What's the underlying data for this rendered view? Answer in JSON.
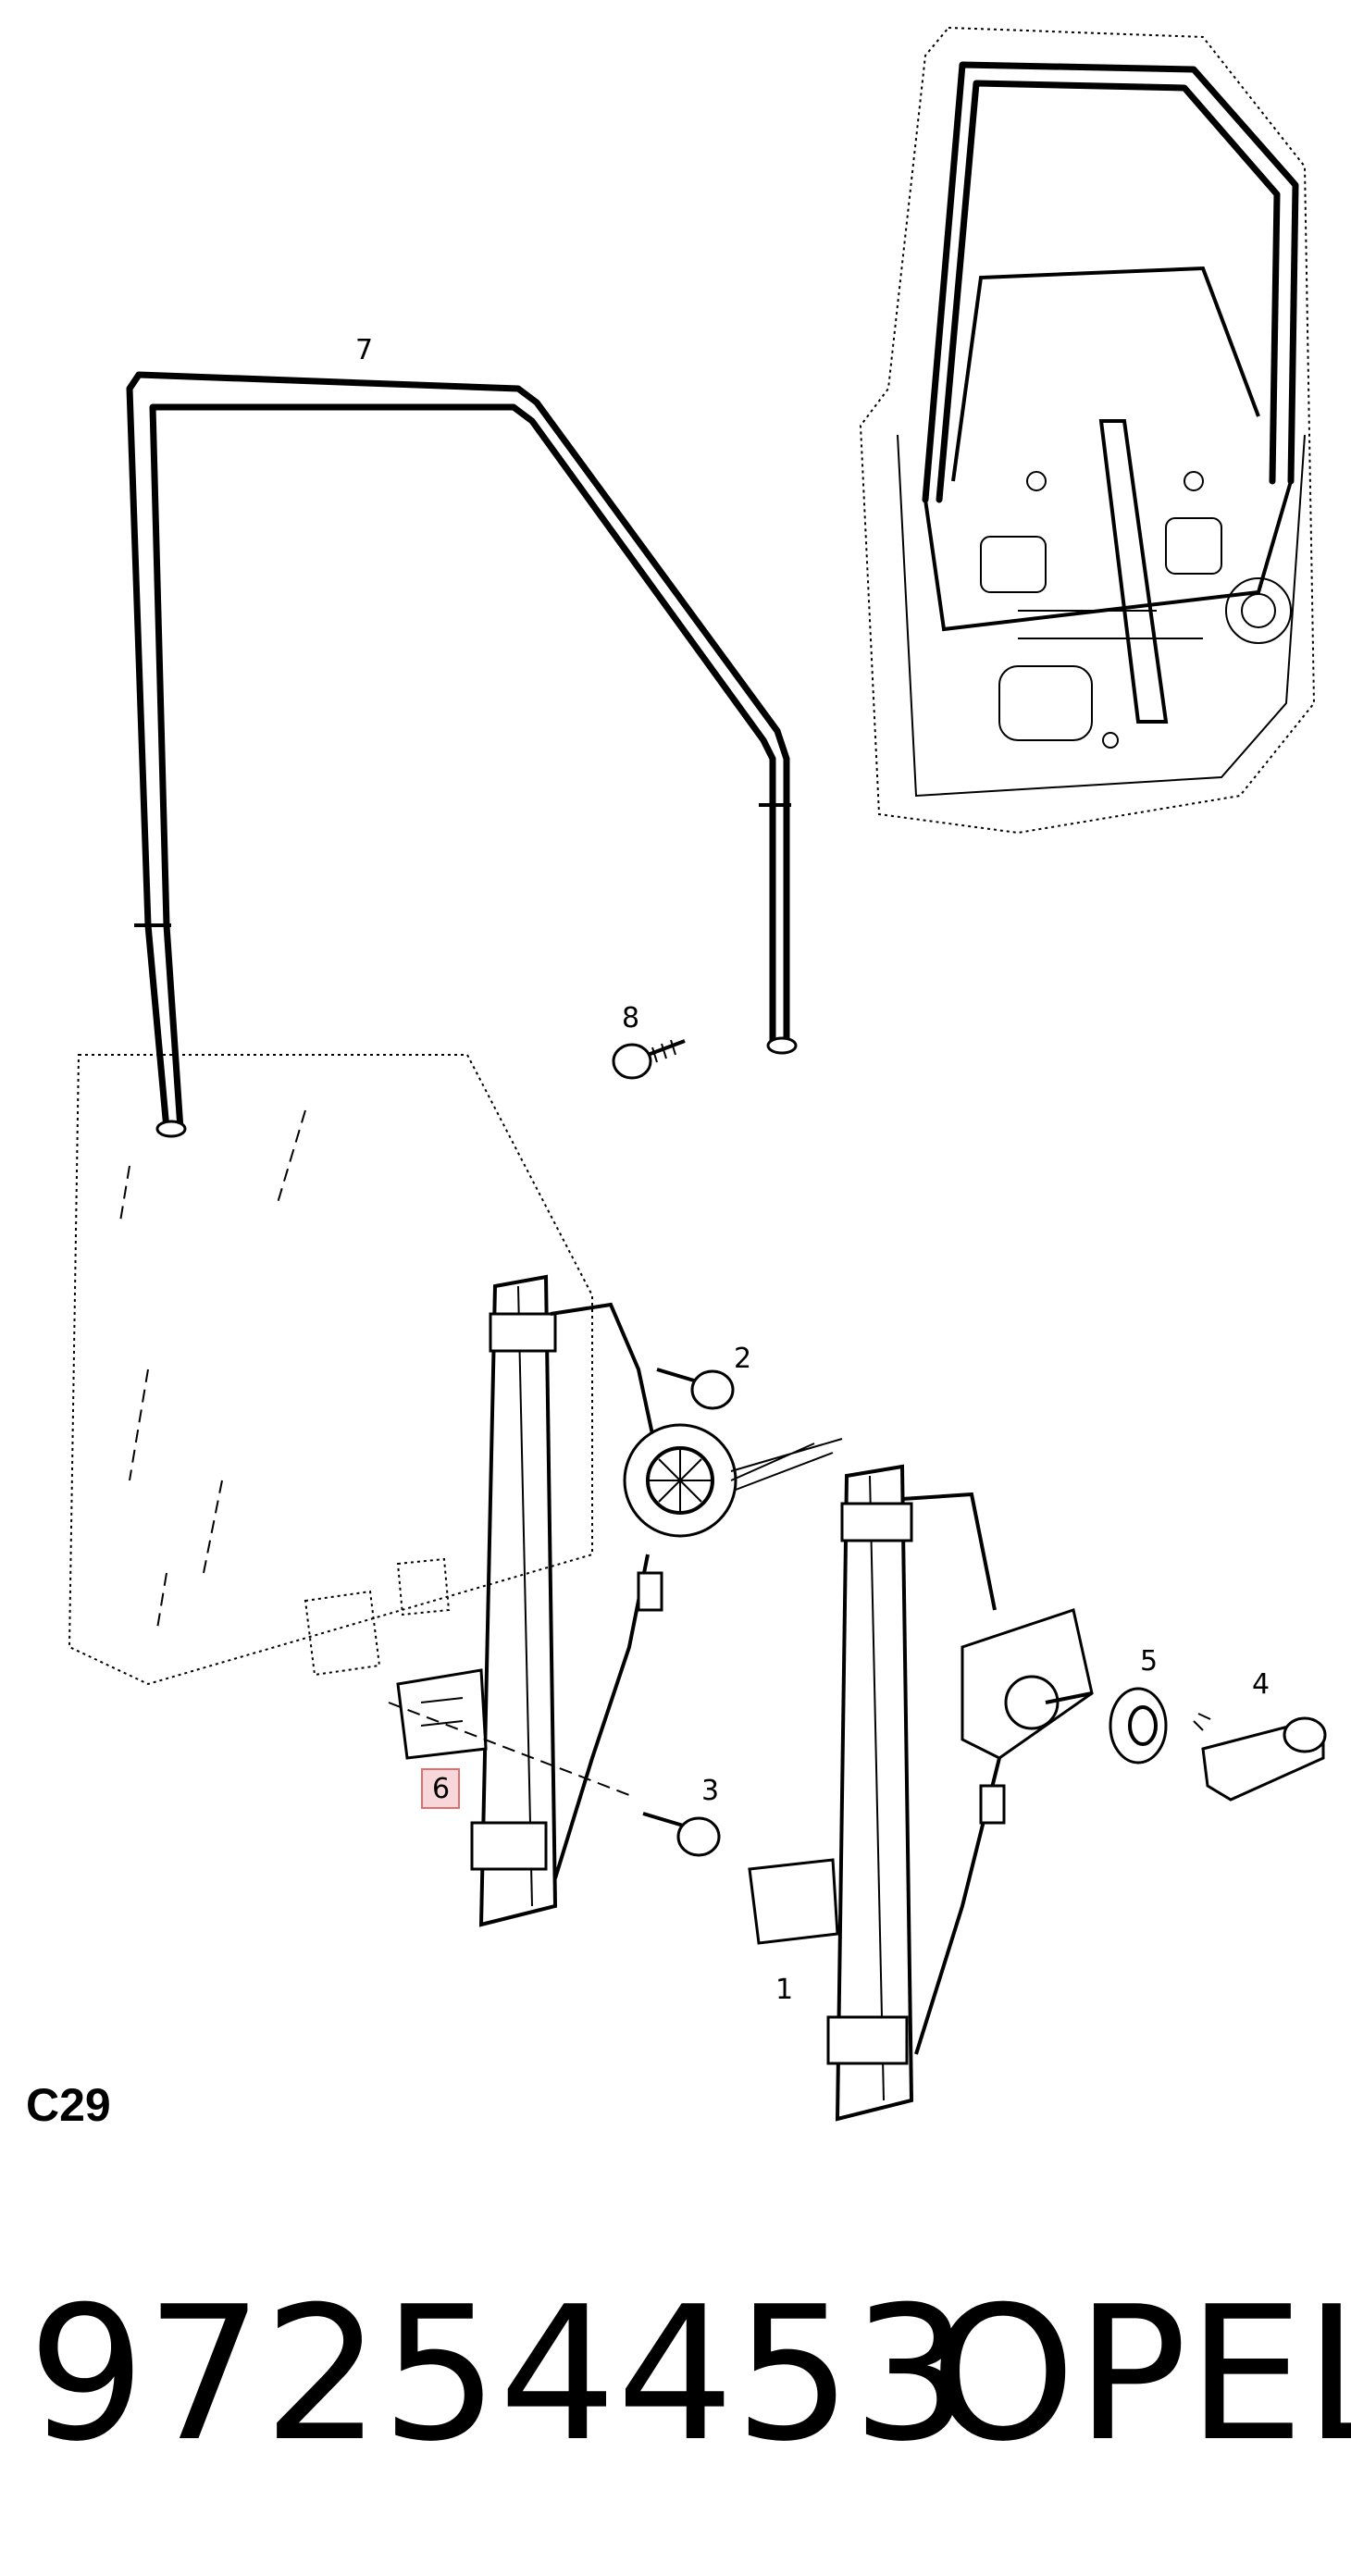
{
  "callouts": {
    "c1": "1",
    "c2": "2",
    "c3": "3",
    "c4": "4",
    "c5": "5",
    "c6": "6",
    "c7": "7",
    "c8": "8"
  },
  "section_code": "C29",
  "part_number": "97254453",
  "brand": "OPEL",
  "colors": {
    "highlight_fill": "#f8d7da",
    "highlight_stroke": "#e07070"
  }
}
